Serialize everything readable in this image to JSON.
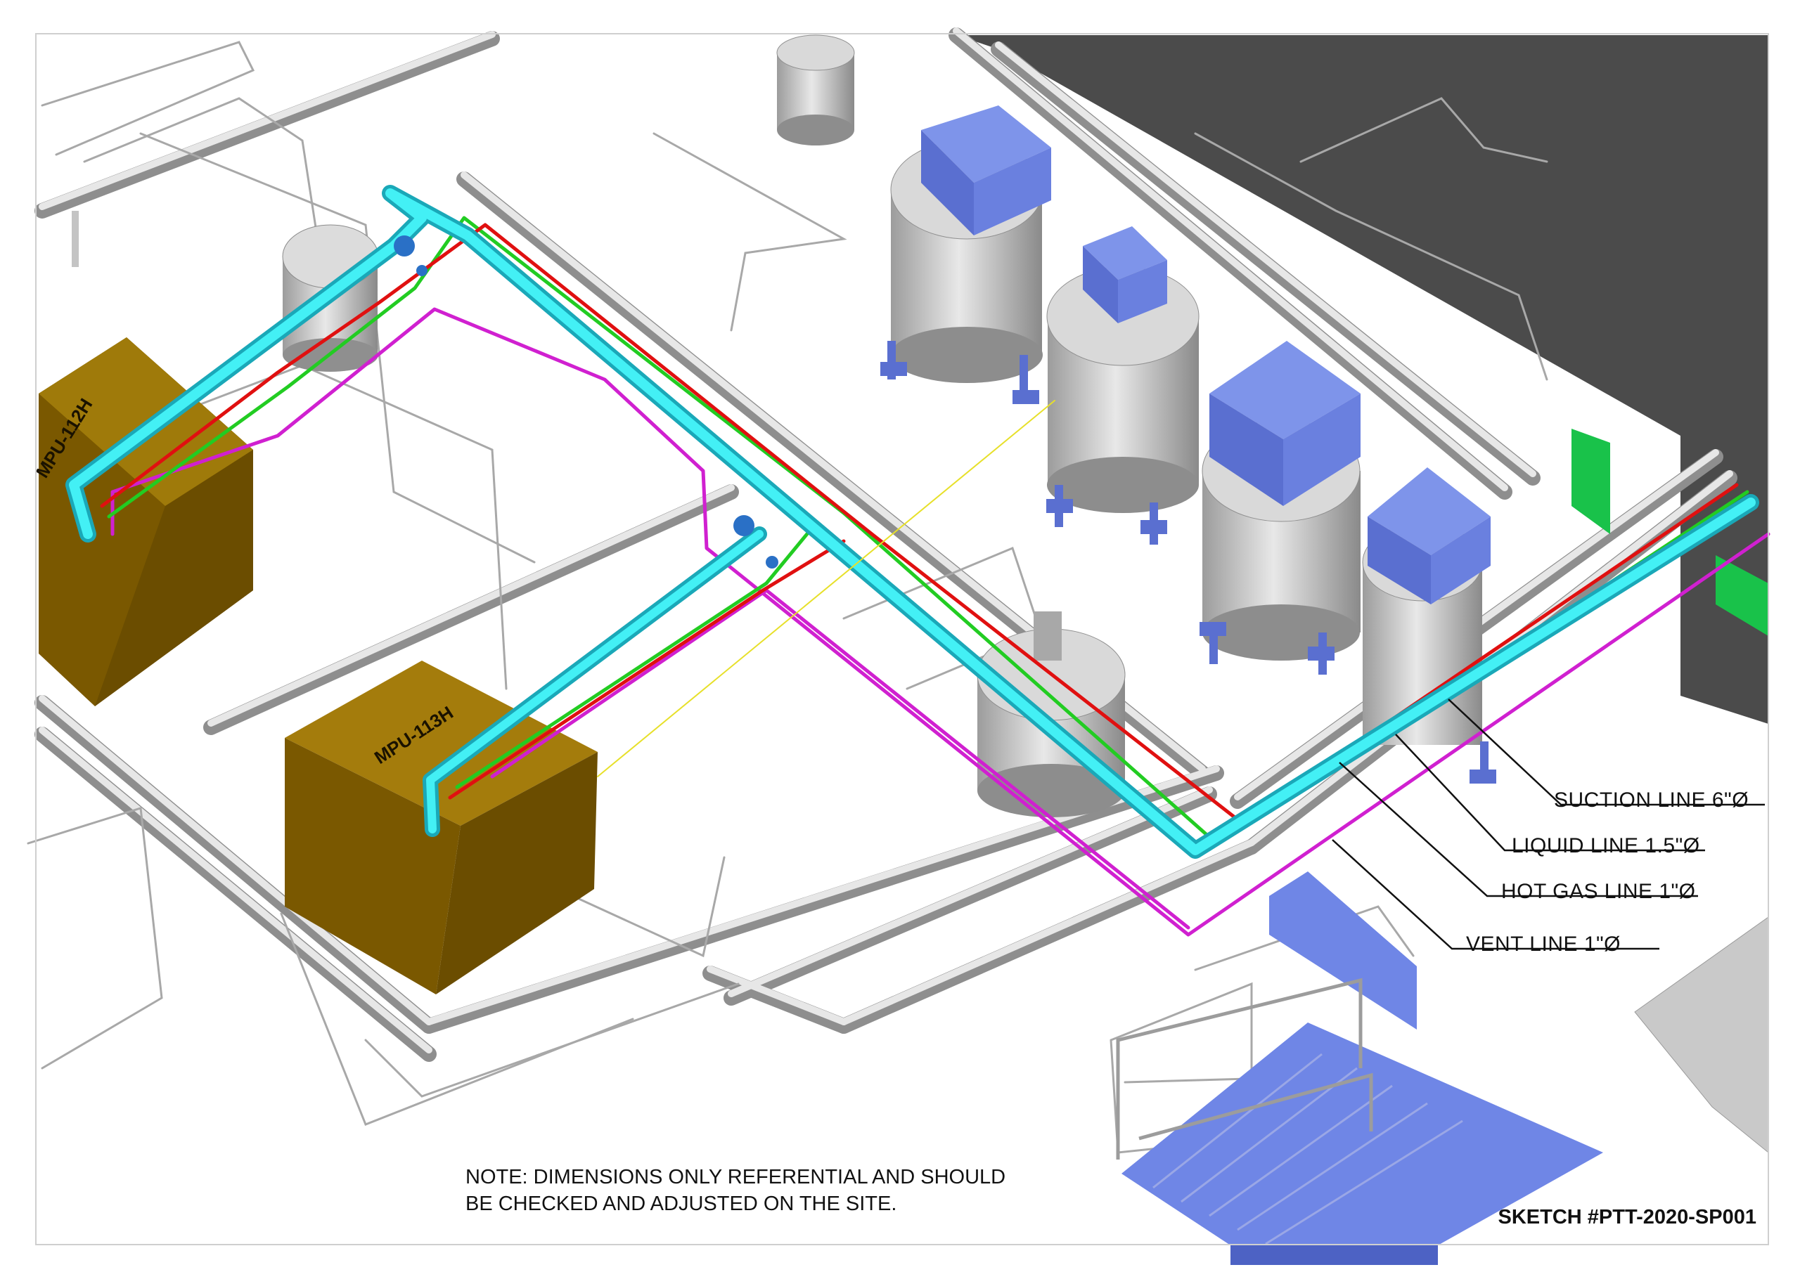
{
  "equipment": {
    "unit_a": "MPU-112H",
    "unit_b": "MPU-113H"
  },
  "legend": {
    "suction": "SUCTION LINE 6\"Ø",
    "liquid": "LIQUID LINE 1.5\"Ø",
    "hot_gas": "HOT GAS LINE 1\"Ø",
    "vent": "VENT LINE 1\"Ø"
  },
  "note": {
    "line1": "NOTE: DIMENSIONS ONLY REFERENTIAL AND SHOULD",
    "line2": "BE CHECKED AND ADJUSTED ON THE SITE."
  },
  "sketch_id": "SKETCH #PTT-2020-SP001",
  "colors": {
    "suction": "#3fe6ee",
    "liquid": "#e01010",
    "hot_gas": "#22cc22",
    "vent": "#d020d0",
    "unit_body": "#9a7000",
    "tank_blue": "#6f86e6",
    "wall_dark": "#4a4a4a",
    "green_panel": "#19c24a"
  }
}
